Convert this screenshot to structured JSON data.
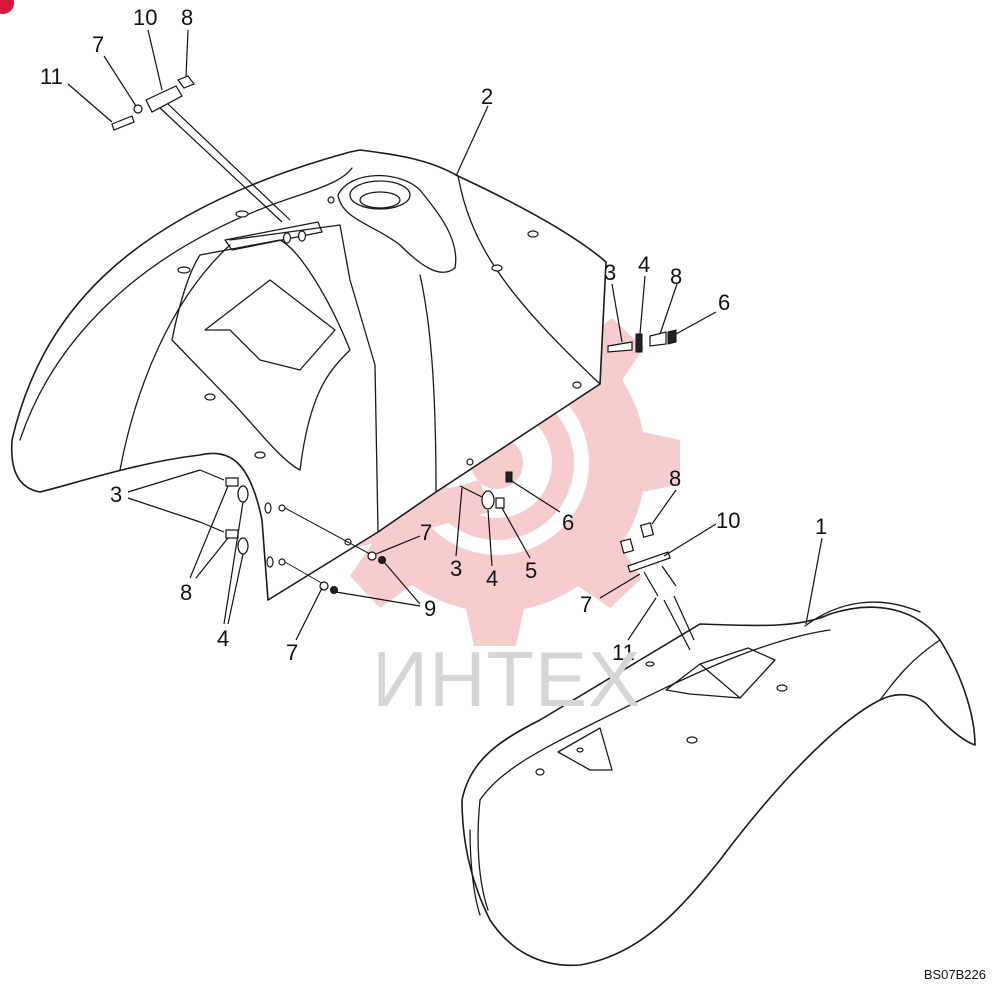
{
  "drawing_code": "BS07B226",
  "watermark": "ИНТЕХ",
  "watermark_color": "#f5c4c6",
  "accent_color": "#d8173a",
  "callouts": [
    {
      "id": "c11-top",
      "text": "11"
    },
    {
      "id": "c7-top",
      "text": "7"
    },
    {
      "id": "c10-top",
      "text": "10"
    },
    {
      "id": "c8-top",
      "text": "8"
    },
    {
      "id": "c2",
      "text": "2"
    },
    {
      "id": "c3-right",
      "text": "3"
    },
    {
      "id": "c4-right",
      "text": "4"
    },
    {
      "id": "c8-right",
      "text": "8"
    },
    {
      "id": "c6-right",
      "text": "6"
    },
    {
      "id": "c3-left",
      "text": "3"
    },
    {
      "id": "c8-left",
      "text": "8"
    },
    {
      "id": "c4-left",
      "text": "4"
    },
    {
      "id": "c7-mid",
      "text": "7"
    },
    {
      "id": "c9",
      "text": "9"
    },
    {
      "id": "c7-low",
      "text": "7"
    },
    {
      "id": "c6-mid",
      "text": "6"
    },
    {
      "id": "c3-mid",
      "text": "3"
    },
    {
      "id": "c4-mid",
      "text": "4"
    },
    {
      "id": "c5",
      "text": "5"
    },
    {
      "id": "c8-fender",
      "text": "8"
    },
    {
      "id": "c10-fender",
      "text": "10"
    },
    {
      "id": "c1",
      "text": "1"
    },
    {
      "id": "c7-fender",
      "text": "7"
    },
    {
      "id": "c11-fender",
      "text": "11"
    }
  ]
}
